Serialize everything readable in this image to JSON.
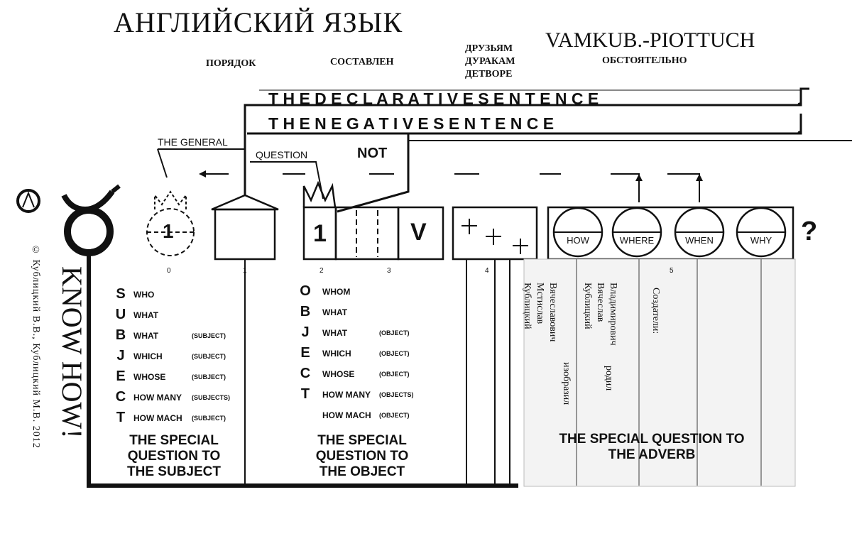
{
  "title": "АНГЛИЙСКИЙ ЯЗЫК",
  "brand": "VAMKUB.-PIOTTUCH",
  "headers": {
    "order": "ПОРЯДОК",
    "composed": "СОСТАВЛЕН",
    "for_friends": [
      "ДРУЗЬЯМ",
      "ДУРАКАМ",
      "ДЕТВОРЕ"
    ],
    "thoroughly": "ОБСТОЯТЕЛЬНО"
  },
  "sentences": {
    "declarative": "T H E     D E C L A R A T I V E   S E N T E N C E",
    "negative": "T H E     N E G A T I V E   S E N T E N C E"
  },
  "labels": {
    "general": "THE GENERAL",
    "question": "QUESTION",
    "not": "NOT",
    "one_a": "1",
    "one_b": "1",
    "verb": "V",
    "question_mark": "?"
  },
  "column_numbers": [
    "0",
    "1",
    "2",
    "3",
    "4",
    "5"
  ],
  "adverbs": [
    "HOW",
    "WHERE",
    "WHEN",
    "WHY"
  ],
  "subject_questions": [
    {
      "letter": "S",
      "word": "WHO",
      "note": ""
    },
    {
      "letter": "U",
      "word": "WHAT",
      "note": ""
    },
    {
      "letter": "B",
      "word": "WHAT",
      "note": "(SUBJECT)"
    },
    {
      "letter": "J",
      "word": "WHICH",
      "note": "(SUBJECT)"
    },
    {
      "letter": "E",
      "word": "WHOSE",
      "note": "(SUBJECT)"
    },
    {
      "letter": "C",
      "word": "HOW MANY",
      "note": "(SUBJECTS)"
    },
    {
      "letter": "T",
      "word": "HOW MACH",
      "note": "(SUBJECT)"
    }
  ],
  "object_questions": [
    {
      "letter": "O",
      "word": "WHOM",
      "note": ""
    },
    {
      "letter": "B",
      "word": "WHAT",
      "note": ""
    },
    {
      "letter": "J",
      "word": "WHAT",
      "note": "(OBJECT)"
    },
    {
      "letter": "E",
      "word": "WHICH",
      "note": "(OBJECT)"
    },
    {
      "letter": "C",
      "word": "WHOSE",
      "note": "(OBJECT)"
    },
    {
      "letter": "T",
      "word": "HOW MANY",
      "note": "(OBJECTS)"
    },
    {
      "letter": "",
      "word": "HOW MACH",
      "note": "(OBJECT)"
    }
  ],
  "special_subject": [
    "THE SPECIAL",
    "QUESTION TO",
    "THE SUBJECT"
  ],
  "special_object": [
    "THE SPECIAL",
    "QUESTION TO",
    "THE OBJECT"
  ],
  "special_adverb": [
    "THE SPECIAL QUESTION TO",
    "THE ADVERB"
  ],
  "credits": {
    "col1": [
      "Кублицкий",
      "Мстислав",
      "Вячеславович"
    ],
    "col1_verb": "изобразил",
    "col2": [
      "Кублицкий",
      "Вячеслав",
      "Владимирович"
    ],
    "col2_verb": "родил",
    "col3": "Создатели:"
  },
  "copyright": "© Кублицкий В.В., Кублицкий М.В. 2012",
  "know_how": "KNOW HOW!",
  "colors": {
    "ink": "#111111",
    "adverb_panel": "#f3f3f3",
    "paper": "#ffffff"
  }
}
